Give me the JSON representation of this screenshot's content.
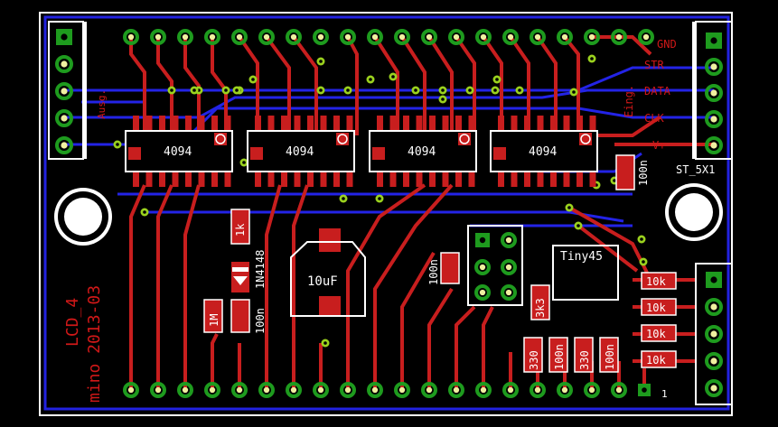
{
  "colors": {
    "background": "#000000",
    "trace_top": "#c81e1e",
    "trace_bottom": "#1e1ee6",
    "pad_ring": "#1e9b1e",
    "pad_hole": "#f0f0a0",
    "via": "#9bd21e",
    "silkscreen": "#ffffff",
    "outline": "#ffffff"
  },
  "ic_label": "4094",
  "ics": [
    {
      "id": "ic1",
      "label": "4094"
    },
    {
      "id": "ic2",
      "label": "4094"
    },
    {
      "id": "ic3",
      "label": "4094"
    },
    {
      "id": "ic4",
      "label": "4094"
    }
  ],
  "connector_left": {
    "label": "Ausg.",
    "pins": 5
  },
  "connector_right_top": {
    "name": "ST_5X1",
    "label": "Eing.",
    "pins": [
      "GND",
      "STR",
      "DATA",
      "CLK",
      "V+"
    ]
  },
  "connector_right_bottom": {
    "pins": 5
  },
  "board_title": "LCD_4",
  "board_author": "mino 2013-03",
  "components": {
    "capacitor_big": "10uF",
    "cap_100n_right": "100n",
    "cap_100n_mid": "100n",
    "cap_100n_diode": "100n",
    "resistor_1k": "1k",
    "diode": "1N4148",
    "resistor_1m": "1M",
    "mcu": "Tiny45",
    "resistor_3k3": "3k3",
    "resistors_10k": [
      "10k",
      "10k",
      "10k",
      "10k"
    ],
    "bottom_parts": [
      "330",
      "100n",
      "330",
      "100n"
    ]
  },
  "pin1_marker": "1"
}
